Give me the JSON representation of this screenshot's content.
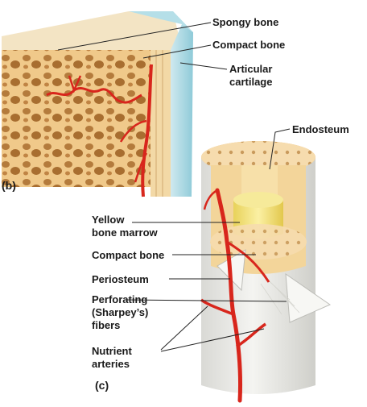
{
  "panel_b": {
    "tag": "(b)",
    "labels": {
      "spongy": "Spongy bone",
      "compact": "Compact bone",
      "articular_line1": "Articular",
      "articular_line2": "cartilage"
    }
  },
  "panel_c": {
    "tag": "(c)",
    "labels": {
      "endosteum": "Endosteum",
      "yellow_line1": "Yellow",
      "yellow_line2": "bone marrow",
      "compact": "Compact bone",
      "periosteum": "Periosteum",
      "perforating_line1": "Perforating",
      "perforating_line2": "(Sharpey’s)",
      "perforating_line3": "fibers",
      "nutrient_line1": "Nutrient",
      "nutrient_line2": "arteries"
    }
  },
  "colors": {
    "bone": "#f0c98a",
    "bone_dark": "#c88f45",
    "compact": "#f6dcae",
    "cartilage": "#9ed3df",
    "marrow": "#f2e27a",
    "artery": "#d8261c",
    "periosteum": "#e9e9e6"
  }
}
